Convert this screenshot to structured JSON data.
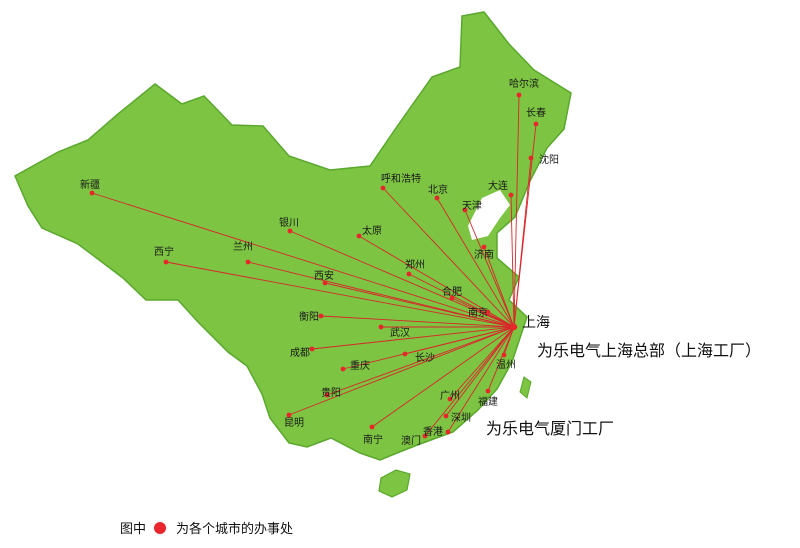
{
  "colors": {
    "land": "#7cc442",
    "land_edge": "#5aa82e",
    "route": "#d9262b",
    "dot": "#e8262b"
  },
  "hub": {
    "name": "上海"
  },
  "cities": [
    {
      "name": "哈尔滨"
    },
    {
      "name": "长春"
    },
    {
      "name": "沈阳"
    },
    {
      "name": "大连"
    },
    {
      "name": "新疆"
    },
    {
      "name": "呼和浩特"
    },
    {
      "name": "北京"
    },
    {
      "name": "天津"
    },
    {
      "name": "银川"
    },
    {
      "name": "太原"
    },
    {
      "name": "西宁"
    },
    {
      "name": "兰州"
    },
    {
      "name": "济南"
    },
    {
      "name": "郑州"
    },
    {
      "name": "西安"
    },
    {
      "name": "合肥"
    },
    {
      "name": "南京"
    },
    {
      "name": "衡阳"
    },
    {
      "name": "武汉"
    },
    {
      "name": "成都"
    },
    {
      "name": "长沙"
    },
    {
      "name": "重庆"
    },
    {
      "name": "温州"
    },
    {
      "name": "贵阳"
    },
    {
      "name": "福建"
    },
    {
      "name": "广州"
    },
    {
      "name": "深圳"
    },
    {
      "name": "昆明"
    },
    {
      "name": "香港"
    },
    {
      "name": "南宁"
    },
    {
      "name": "澳门"
    }
  ],
  "callouts": {
    "shanghai_factory": "为乐电气上海总部（上海工厂）",
    "xiamen_factory": "为乐电气厦门工厂"
  },
  "legend": {
    "prefix": "图中",
    "text": "为各个城市的办事处"
  }
}
